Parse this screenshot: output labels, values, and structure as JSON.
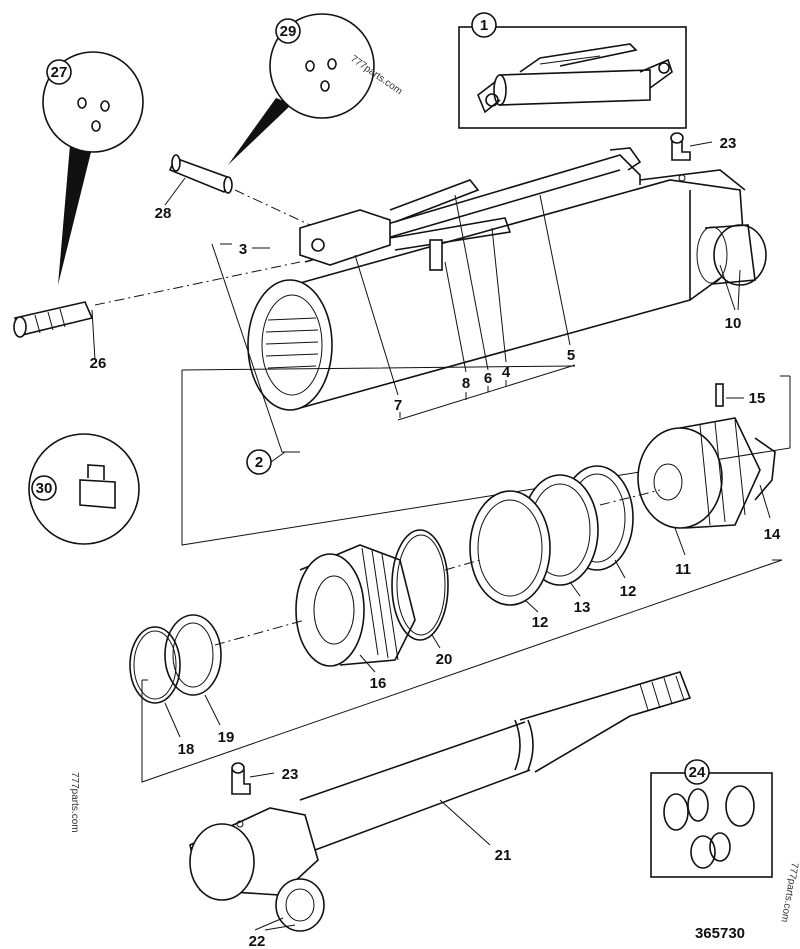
{
  "diagram": {
    "drawing_number": "365730",
    "watermarks": [
      "777parts.com",
      "777parts.com",
      "777parts.com"
    ],
    "callouts": {
      "p1": "1",
      "p2": "2",
      "p3": "3",
      "p4": "4",
      "p5": "5",
      "p6": "6",
      "p7": "7",
      "p8": "8",
      "p10": "10",
      "p11": "11",
      "p12a": "12",
      "p12b": "12",
      "p13": "13",
      "p14": "14",
      "p15": "15",
      "p16": "16",
      "p18": "18",
      "p19": "19",
      "p20": "20",
      "p21": "21",
      "p22": "22",
      "p23a": "23",
      "p23b": "23",
      "p24": "24",
      "p26": "26",
      "p27": "27",
      "p28": "28",
      "p29": "29",
      "p30": "30"
    }
  }
}
